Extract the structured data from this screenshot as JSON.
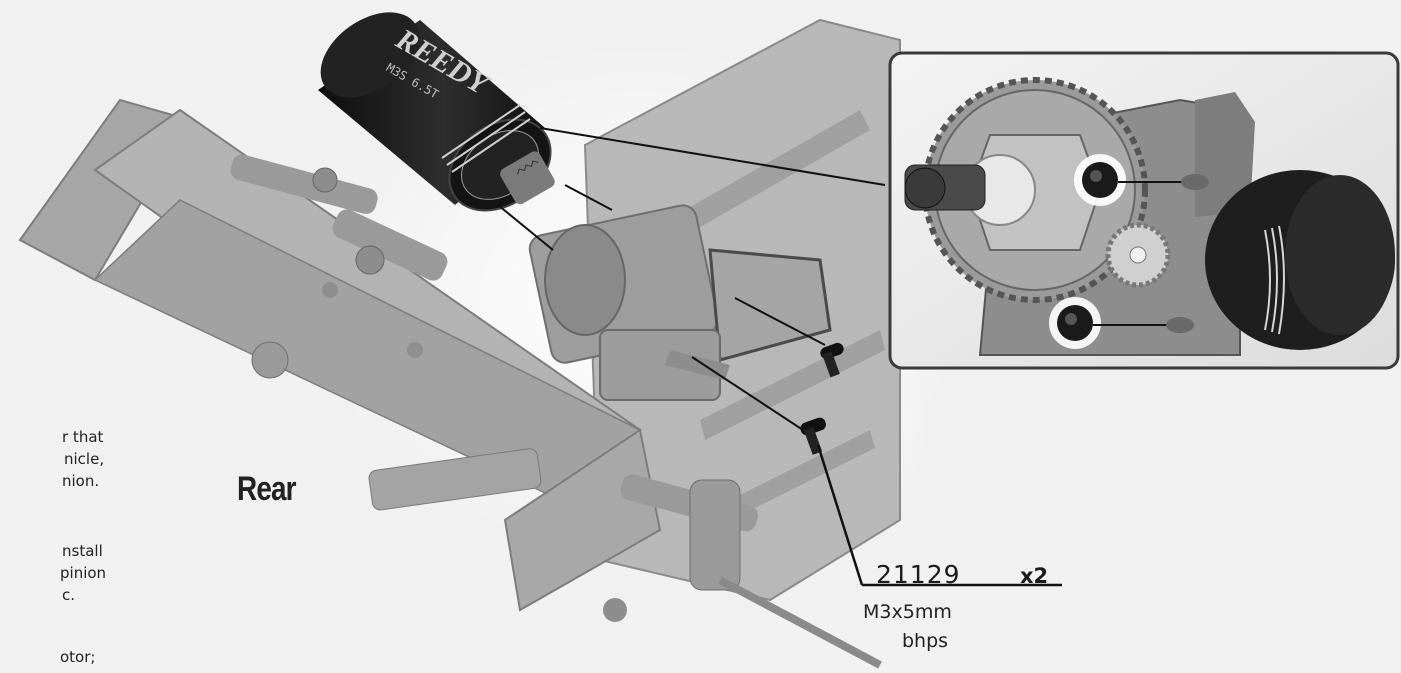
{
  "left_text": {
    "lines": [
      "r that",
      "nicle,",
      "nion.",
      "nstall",
      "pinion",
      "c.",
      "otor;"
    ]
  },
  "labels": {
    "rear": "Rear"
  },
  "motor": {
    "brand": "REEDY",
    "model": "M3S 6.5T"
  },
  "part": {
    "number": "21129",
    "quantity": "x2",
    "spec": "M3x5mm",
    "description": "bhps"
  },
  "colors": {
    "background": "#f1f1f1",
    "chassis_gray": "#a9a9a9",
    "motor_black": "#1a1a1a",
    "inset_border": "#3a3a3a"
  },
  "icons": {
    "screw": "screw-icon",
    "motor": "motor-icon",
    "spur_gear": "spur-gear-icon",
    "pinion_gear": "pinion-gear-icon"
  }
}
